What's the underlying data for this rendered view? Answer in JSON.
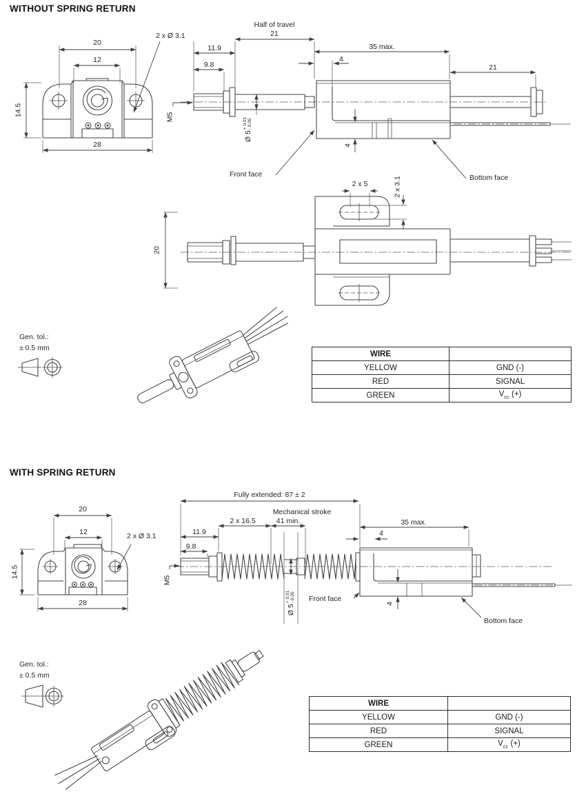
{
  "page": {
    "background": "#ffffff",
    "line_color": "#3f3f3f",
    "text_color": "#222222"
  },
  "without": {
    "title": "WITHOUT SPRING RETURN",
    "front_view": {
      "dim_hole_spacing": "20",
      "dim_center_width": "12",
      "dim_height": "14.5",
      "dim_overall_width": "28",
      "holes_note": "2 x Ø 3.1"
    },
    "side_view": {
      "half_of_travel_label": "Half of travel",
      "half_of_travel_value": "21",
      "dim_shaft_exposed": "11.9",
      "dim_thread_length": "9.8",
      "thread_spec": "M5",
      "shaft_diameter": "Ø 5",
      "shaft_tol_upper": "+ 0.01",
      "shaft_tol_lower": "- 0.05",
      "front_face_label": "Front face",
      "dim_body_length": "35 max.",
      "dim_front_plate": "4",
      "dim_bottom_step": "4",
      "dim_rear_shaft": "21",
      "bottom_face_label": "Bottom face"
    },
    "top_view": {
      "dim_slot_length": "2 x 5",
      "dim_slot_width": "2 x 3.1",
      "dim_body_width": "20"
    },
    "general_tolerance": {
      "line1": "Gen. tol.:",
      "line2": "± 0.5 mm"
    }
  },
  "with": {
    "title": "WITH SPRING RETURN",
    "front_view": {
      "dim_hole_spacing": "20",
      "dim_center_width": "12",
      "dim_height": "14.5",
      "dim_overall_width": "28",
      "holes_note": "2 x Ø 3.1"
    },
    "side_view": {
      "fully_extended": "Fully extended: 87 ± 2",
      "mechanical_stroke_label": "Mechanical stroke",
      "mechanical_stroke_value": "41 min.",
      "dim_spring": "2 x 16.5",
      "dim_shaft_exposed": "11.9",
      "dim_thread_length": "9.8",
      "thread_spec": "M5",
      "shaft_diameter": "Ø 5",
      "shaft_tol_upper": "+ 0.01",
      "shaft_tol_lower": "- 0.05",
      "front_face_label": "Front face",
      "dim_body_length": "35 max.",
      "dim_front_plate": "4",
      "dim_bottom_step": "4",
      "bottom_face_label": "Bottom face"
    },
    "general_tolerance": {
      "line1": "Gen. tol.:",
      "line2": "± 0.5 mm"
    }
  },
  "wire_table": {
    "header": "WIRE",
    "header_right": "",
    "rows": [
      {
        "wire": "YELLOW",
        "function": "GND (-)"
      },
      {
        "wire": "RED",
        "function": "SIGNAL"
      },
      {
        "wire": "GREEN",
        "function_base": "V",
        "function_sub": "cc",
        "function_tail": " (+)"
      }
    ]
  }
}
